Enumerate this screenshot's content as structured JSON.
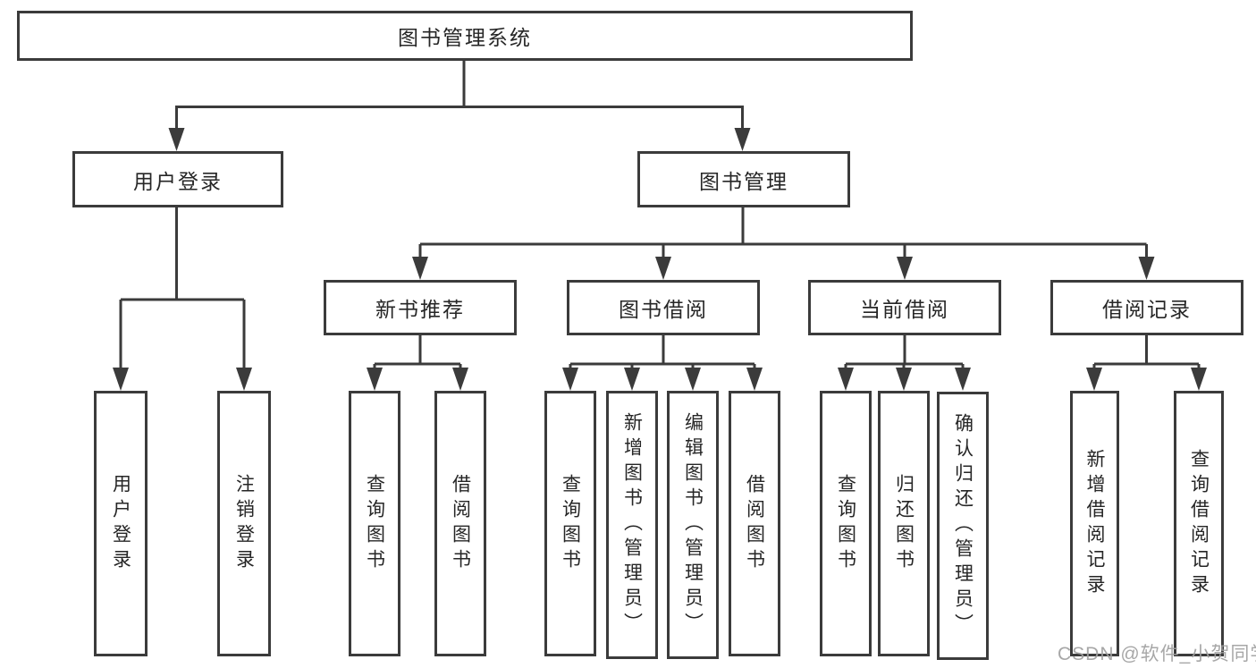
{
  "colors": {
    "line": "#3b3b3b",
    "text": "#262626",
    "background": "#ffffff",
    "watermark": "#a0a0a0"
  },
  "tree": {
    "root": {
      "label": "图书管理系统"
    },
    "branches": [
      {
        "label": "用户登录",
        "children": [
          {
            "label": "用户登录"
          },
          {
            "label": "注销登录"
          }
        ]
      },
      {
        "label": "图书管理",
        "children": [
          {
            "label": "新书推荐",
            "children": [
              {
                "label": "查询图书"
              },
              {
                "label": "借阅图书"
              }
            ]
          },
          {
            "label": "图书借阅",
            "children": [
              {
                "label": "查询图书"
              },
              {
                "label": "新增图书（管理员）"
              },
              {
                "label": "编辑图书（管理员）"
              },
              {
                "label": "借阅图书"
              }
            ]
          },
          {
            "label": "当前借阅",
            "children": [
              {
                "label": "查询图书"
              },
              {
                "label": "归还图书"
              },
              {
                "label": "确认归还（管理员）"
              }
            ]
          },
          {
            "label": "借阅记录",
            "children": [
              {
                "label": "新增借阅记录"
              },
              {
                "label": "查询借阅记录"
              }
            ]
          }
        ]
      }
    ]
  },
  "watermark": {
    "text": "CSDN @软件_小贺同学"
  }
}
